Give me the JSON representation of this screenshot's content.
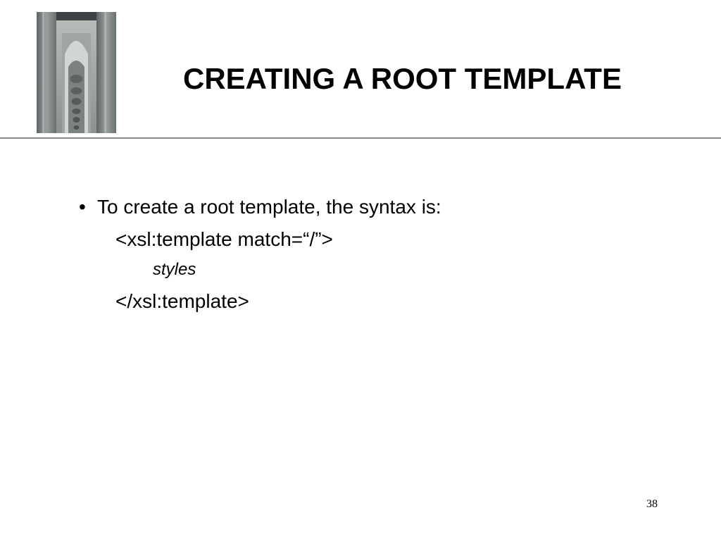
{
  "title": "CREATING A ROOT TEMPLATE",
  "bullet": {
    "glyph": "•",
    "text": "To create a root template, the syntax is:"
  },
  "code": {
    "open": "<xsl:template match=“/”>",
    "placeholder": "styles",
    "close": "</xsl:template>"
  },
  "page_number": "38",
  "colors": {
    "divider": "#888888",
    "text": "#000000",
    "background": "#ffffff"
  },
  "decoration": {
    "image": "bridge-arches-photo"
  }
}
